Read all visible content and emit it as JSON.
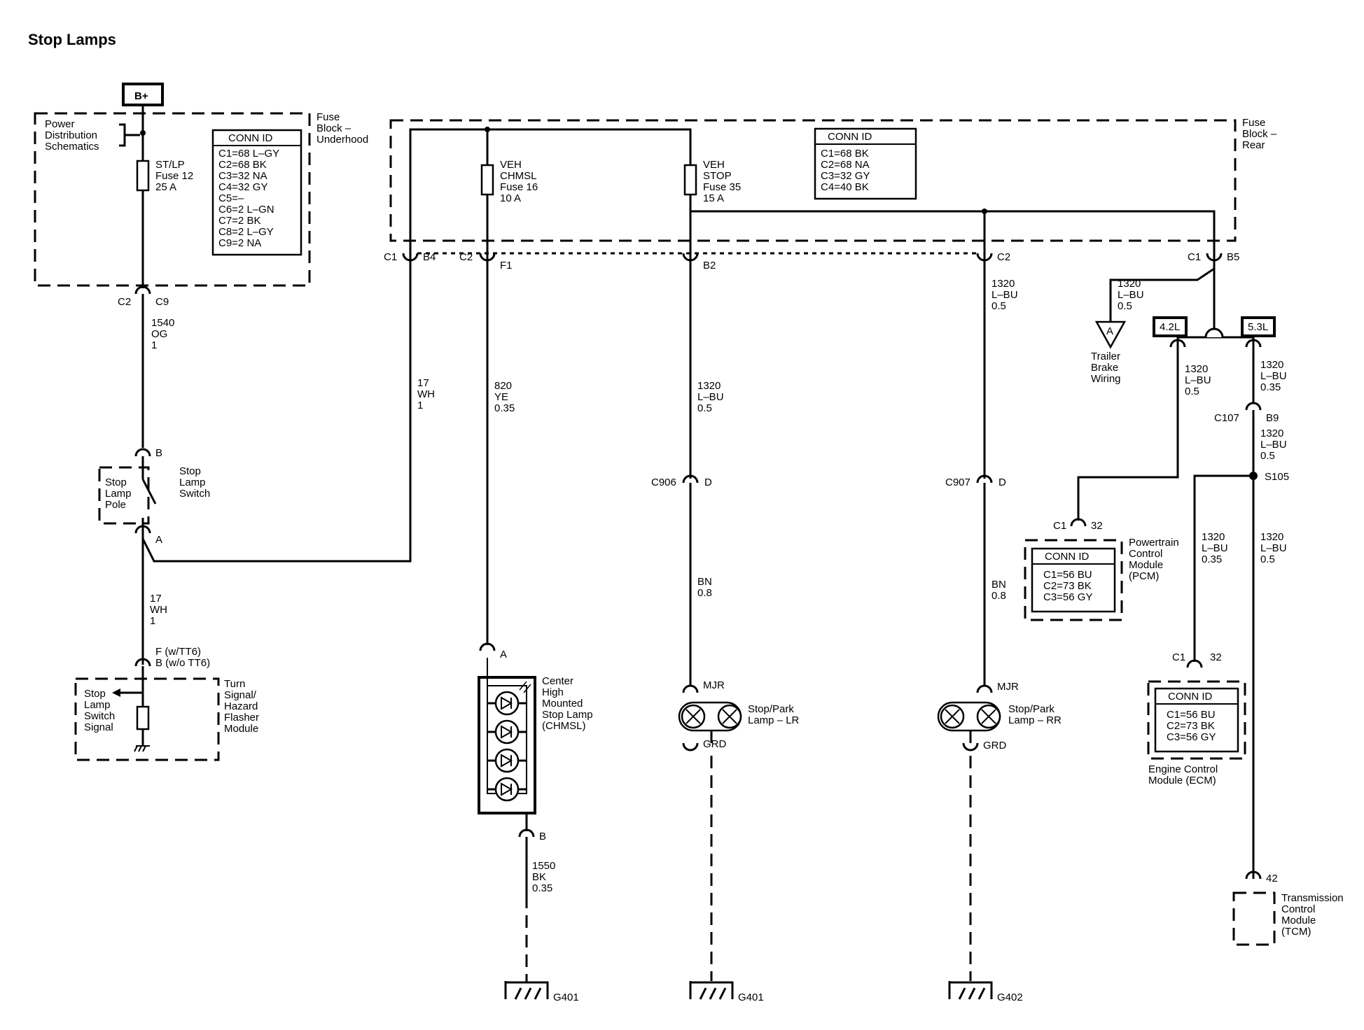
{
  "title": "Stop Lamps",
  "bplus": "B+",
  "power_dist": [
    "Power",
    "Distribution",
    "Schematics"
  ],
  "fuse_underhood": {
    "label": [
      "Fuse",
      "Block –",
      "Underhood"
    ],
    "fuse": [
      "ST/LP",
      "Fuse 12",
      "25 A"
    ],
    "conn_title": "CONN ID",
    "conn": [
      "C1=68 L–GY",
      "C2=68 BK",
      "C3=32 NA",
      "C4=32 GY",
      "C5=–",
      "C6=2 L–GN",
      "C7=2 BK",
      "C8=2 L–GY",
      "C9=2 NA"
    ]
  },
  "fuse_rear": {
    "label": [
      "Fuse",
      "Block –",
      "Rear"
    ],
    "fuse_chmsl": [
      "VEH",
      "CHMSL",
      "Fuse 16",
      "10 A"
    ],
    "fuse_stop": [
      "VEH",
      "STOP",
      "Fuse 35",
      "15 A"
    ],
    "conn_title": "CONN ID",
    "conn": [
      "C1=68 BK",
      "C2=68 NA",
      "C3=32 GY",
      "C4=40 BK"
    ]
  },
  "connectors": {
    "c1": "C1",
    "b4": "B4",
    "c2a": "C2",
    "f1": "F1",
    "b2": "B2",
    "c2b": "C2",
    "c1b": "C1",
    "b5": "B5",
    "c2c": "C2",
    "c9": "C9",
    "b": "B",
    "a": "A",
    "ftt6": "F (w/TT6)",
    "btt6": "B (w/o TT6)",
    "a2": "A",
    "b3": "B",
    "c906": "C906",
    "d1": "D",
    "c907": "C907",
    "d2": "D",
    "mjr1": "MJR",
    "mjr2": "MJR",
    "grd1": "GRD",
    "grd2": "GRD",
    "c107": "C107",
    "b9": "B9",
    "s105": "S105",
    "c1p": "C1",
    "p32": "32",
    "c1e": "C1",
    "e32": "32",
    "t42": "42"
  },
  "wires": {
    "w1540": [
      "1540",
      "OG",
      "1"
    ],
    "w17a": [
      "17",
      "WH",
      "1"
    ],
    "w17b": [
      "17",
      "WH",
      "1"
    ],
    "w820": [
      "820",
      "YE",
      "0.35"
    ],
    "w1320a": [
      "1320",
      "L–BU",
      "0.5"
    ],
    "w1320b": [
      "1320",
      "L–BU",
      "0.5"
    ],
    "w1320c": [
      "1320",
      "L–BU",
      "0.5"
    ],
    "w1320d": [
      "1320",
      "L–BU",
      "0.5"
    ],
    "w1320e": [
      "1320",
      "L–BU",
      "0.35"
    ],
    "w1320f": [
      "1320",
      "L–BU",
      "0.5"
    ],
    "w1320g": [
      "1320",
      "L–BU",
      "0.35"
    ],
    "w1320h": [
      "1320",
      "L–BU",
      "0.5"
    ],
    "wbn1": [
      "BN",
      "0.8"
    ],
    "wbn2": [
      "BN",
      "0.8"
    ],
    "w1550": [
      "1550",
      "BK",
      "0.35"
    ]
  },
  "switch": {
    "pole": [
      "Stop",
      "Lamp",
      "Pole"
    ],
    "name": [
      "Stop",
      "Lamp",
      "Switch"
    ]
  },
  "turn_module": {
    "signal": [
      "Stop",
      "Lamp",
      "Switch",
      "Signal"
    ],
    "name": [
      "Turn",
      "Signal/",
      "Hazard",
      "Flasher",
      "Module"
    ]
  },
  "chmsl": [
    "Center",
    "High",
    "Mounted",
    "Stop Lamp",
    "(CHMSL)"
  ],
  "lamp_lr": [
    "Stop/Park",
    "Lamp – LR"
  ],
  "lamp_rr": [
    "Stop/Park",
    "Lamp – RR"
  ],
  "trailer": {
    "tri": "A",
    "name": [
      "Trailer",
      "Brake",
      "Wiring"
    ]
  },
  "engines": {
    "e42": "4.2L",
    "e53": "5.3L"
  },
  "pcm": {
    "name": [
      "Powertrain",
      "Control",
      "Module",
      "(PCM)"
    ],
    "conn_title": "CONN ID",
    "conn": [
      "C1=56 BU",
      "C2=73 BK",
      "C3=56 GY"
    ]
  },
  "ecm": {
    "name": [
      "Engine Control",
      "Module (ECM)"
    ],
    "conn_title": "CONN ID",
    "conn": [
      "C1=56 BU",
      "C2=73 BK",
      "C3=56 GY"
    ]
  },
  "tcm": [
    "Transmission",
    "Control",
    "Module",
    "(TCM)"
  ],
  "grounds": {
    "g1": "G401",
    "g2": "G401",
    "g3": "G402"
  }
}
